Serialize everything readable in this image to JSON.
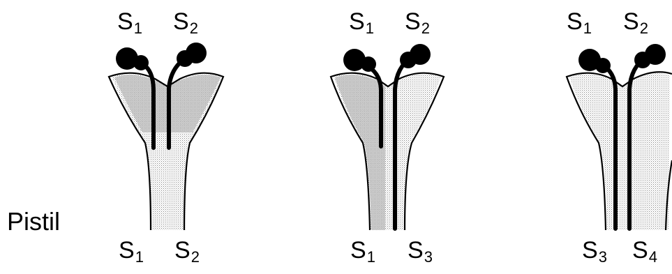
{
  "pistil_label": "Pistil",
  "panels": [
    {
      "top_left": {
        "base": "S",
        "sub": "1"
      },
      "top_right": {
        "base": "S",
        "sub": "2"
      },
      "bottom_left": {
        "base": "S",
        "sub": "1"
      },
      "bottom_right": {
        "base": "S",
        "sub": "2"
      }
    },
    {
      "top_left": {
        "base": "S",
        "sub": "1"
      },
      "top_right": {
        "base": "S",
        "sub": "2"
      },
      "bottom_left": {
        "base": "S",
        "sub": "1"
      },
      "bottom_right": {
        "base": "S",
        "sub": "3"
      }
    },
    {
      "top_left": {
        "base": "S",
        "sub": "1"
      },
      "top_right": {
        "base": "S",
        "sub": "2"
      },
      "bottom_left": {
        "base": "S",
        "sub": "3"
      },
      "bottom_right": {
        "base": "S",
        "sub": "4"
      }
    }
  ],
  "colors": {
    "outline": "#000000",
    "stipple": "#9a9a9a",
    "pollen": "#000000",
    "background": "#ffffff"
  }
}
